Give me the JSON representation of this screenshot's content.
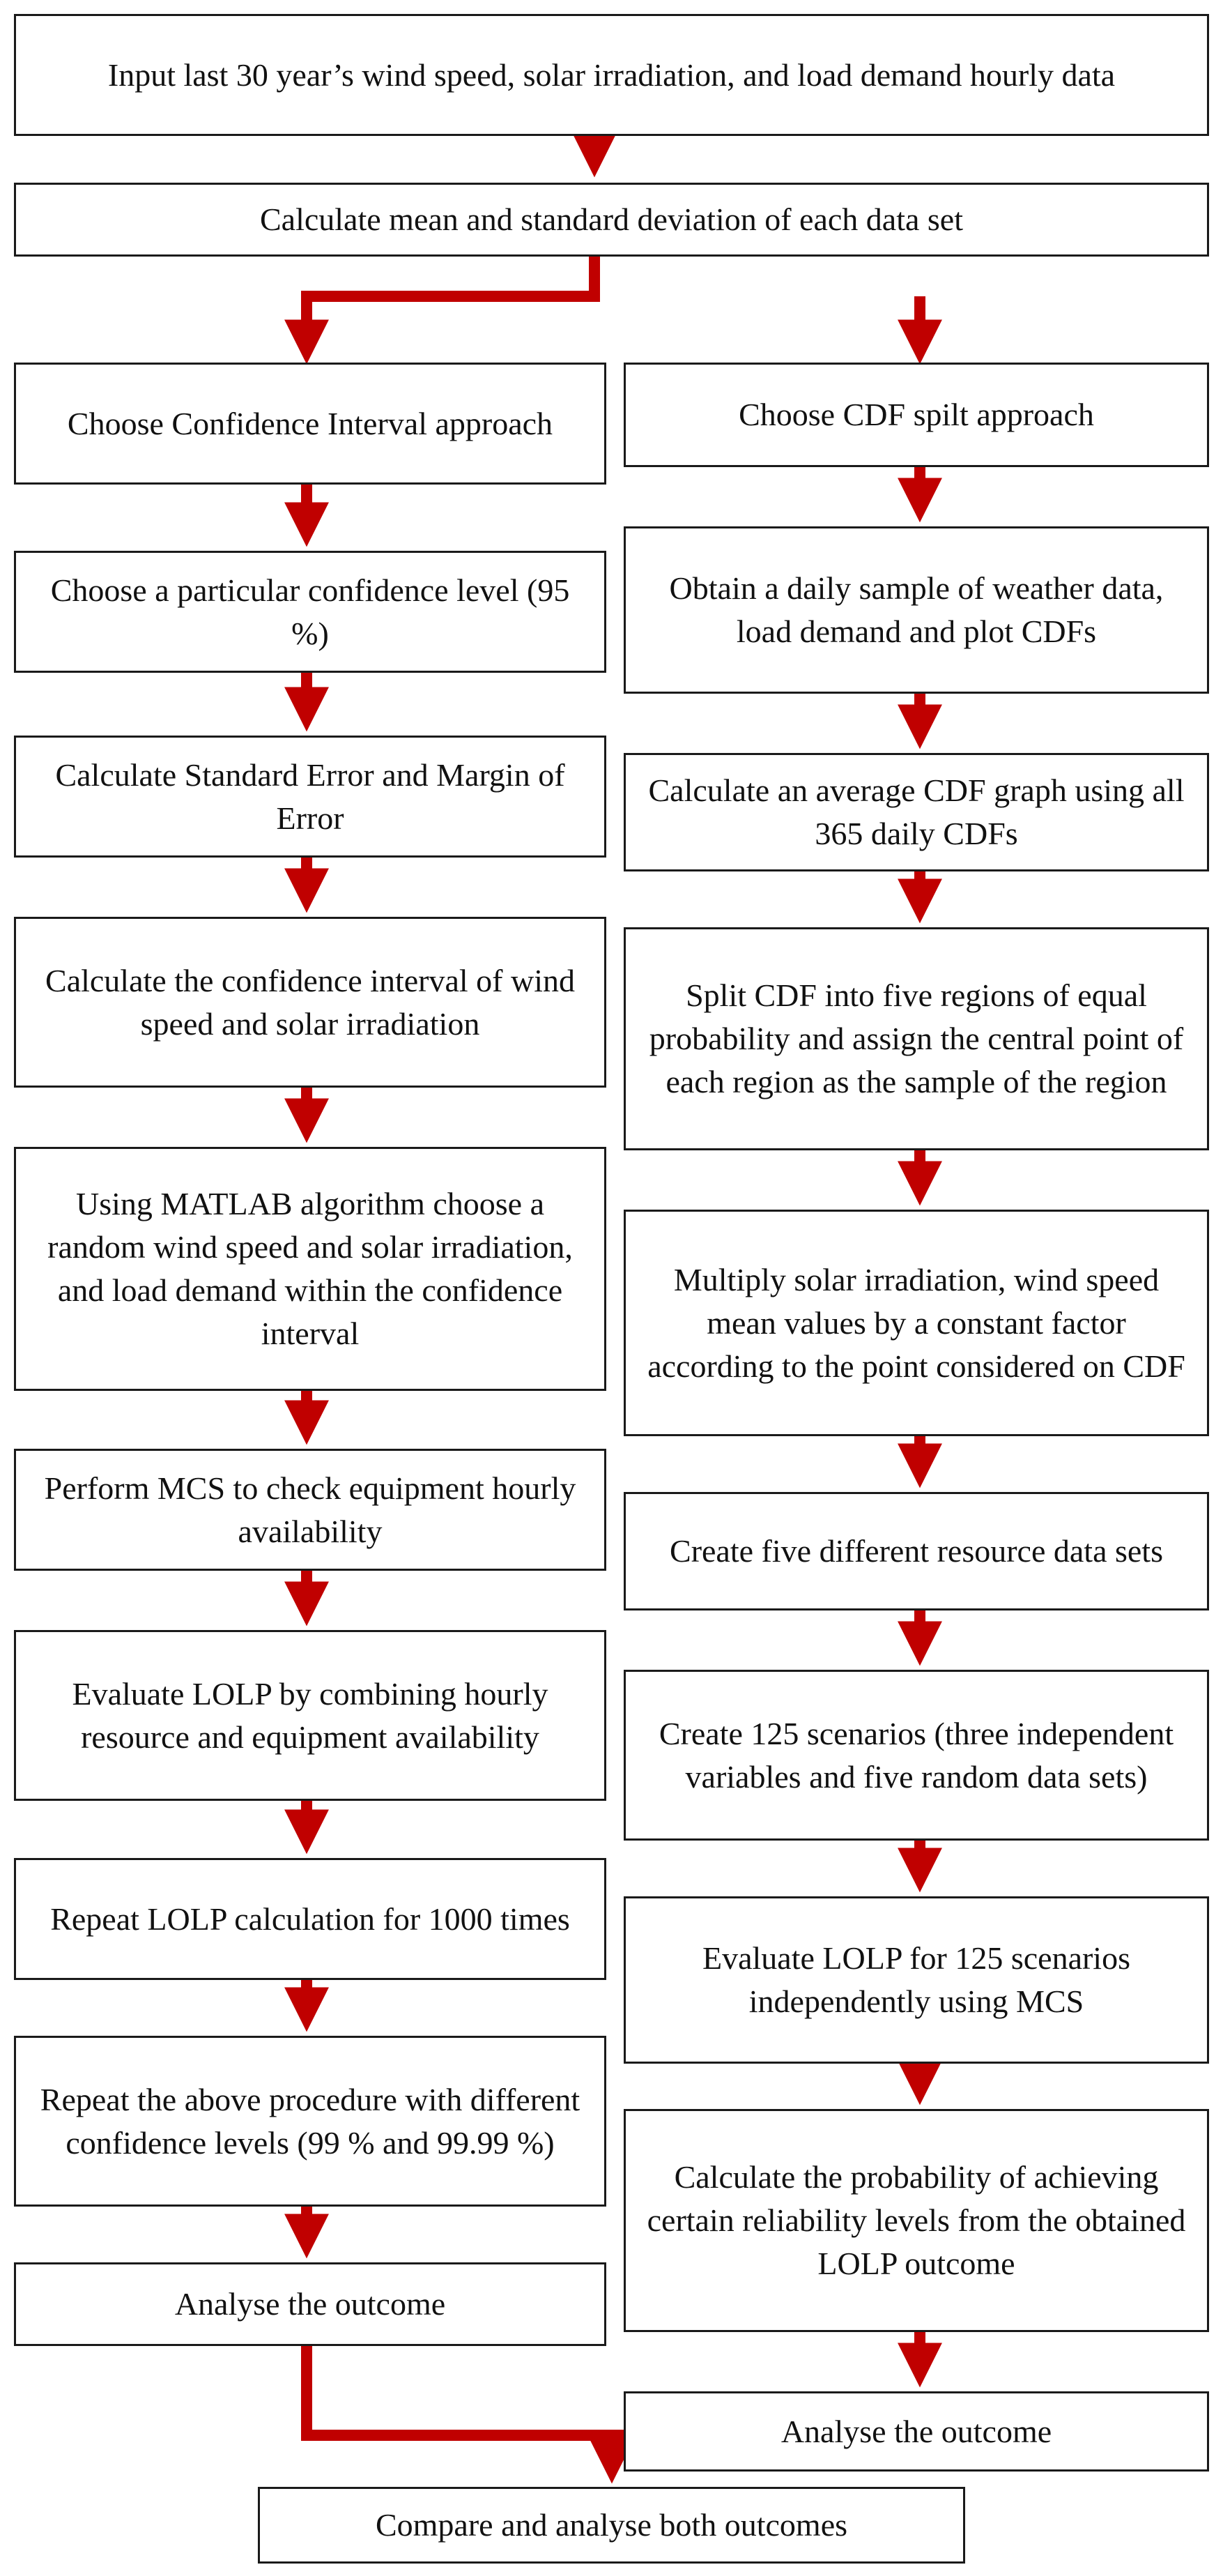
{
  "colors": {
    "arrow": "#c00000",
    "box_border": "#1a1a1a",
    "text": "#111111"
  },
  "nodes": {
    "input_data": "Input last 30 year’s wind speed, solar irradiation, and load demand hourly data",
    "calc_mean_sd": "Calculate mean and standard deviation of each data set",
    "ci_approach": "Choose Confidence Interval approach",
    "ci_level": "Choose a particular confidence level (95 %)",
    "ci_std_error": "Calculate Standard Error and Margin of Error",
    "ci_interval": "Calculate the confidence interval of wind speed and solar irradiation",
    "ci_matlab": "Using MATLAB algorithm choose a random wind speed and solar irradiation, and load demand within the confidence interval",
    "ci_mcs": "Perform MCS to check equipment hourly availability",
    "ci_lolp": "Evaluate LOLP by combining hourly resource and equipment availability",
    "ci_repeat": "Repeat LOLP calculation for 1000 times",
    "ci_repeat_levels": "Repeat the above procedure with different confidence levels (99 % and 99.99 %)",
    "ci_analyse": "Analyse the outcome",
    "cdf_approach": "Choose CDF spilt approach",
    "cdf_sample": "Obtain a daily sample of weather data, load demand and plot CDFs",
    "cdf_average": "Calculate an average CDF graph using all 365 daily CDFs",
    "cdf_split": "Split CDF into five regions of equal probability and assign the central point of each region as the sample of the region",
    "cdf_multiply": "Multiply solar irradiation, wind speed mean values by a constant factor according to the point considered on CDF",
    "cdf_datasets": "Create five different resource data sets",
    "cdf_scenarios": "Create 125 scenarios (three independent variables and five random data sets)",
    "cdf_lolp": "Evaluate LOLP for 125 scenarios independently using MCS",
    "cdf_probability": "Calculate the probability of achieving certain reliability levels from the obtained LOLP outcome",
    "cdf_analyse": "Analyse the outcome",
    "compare": "Compare and analyse both outcomes"
  }
}
